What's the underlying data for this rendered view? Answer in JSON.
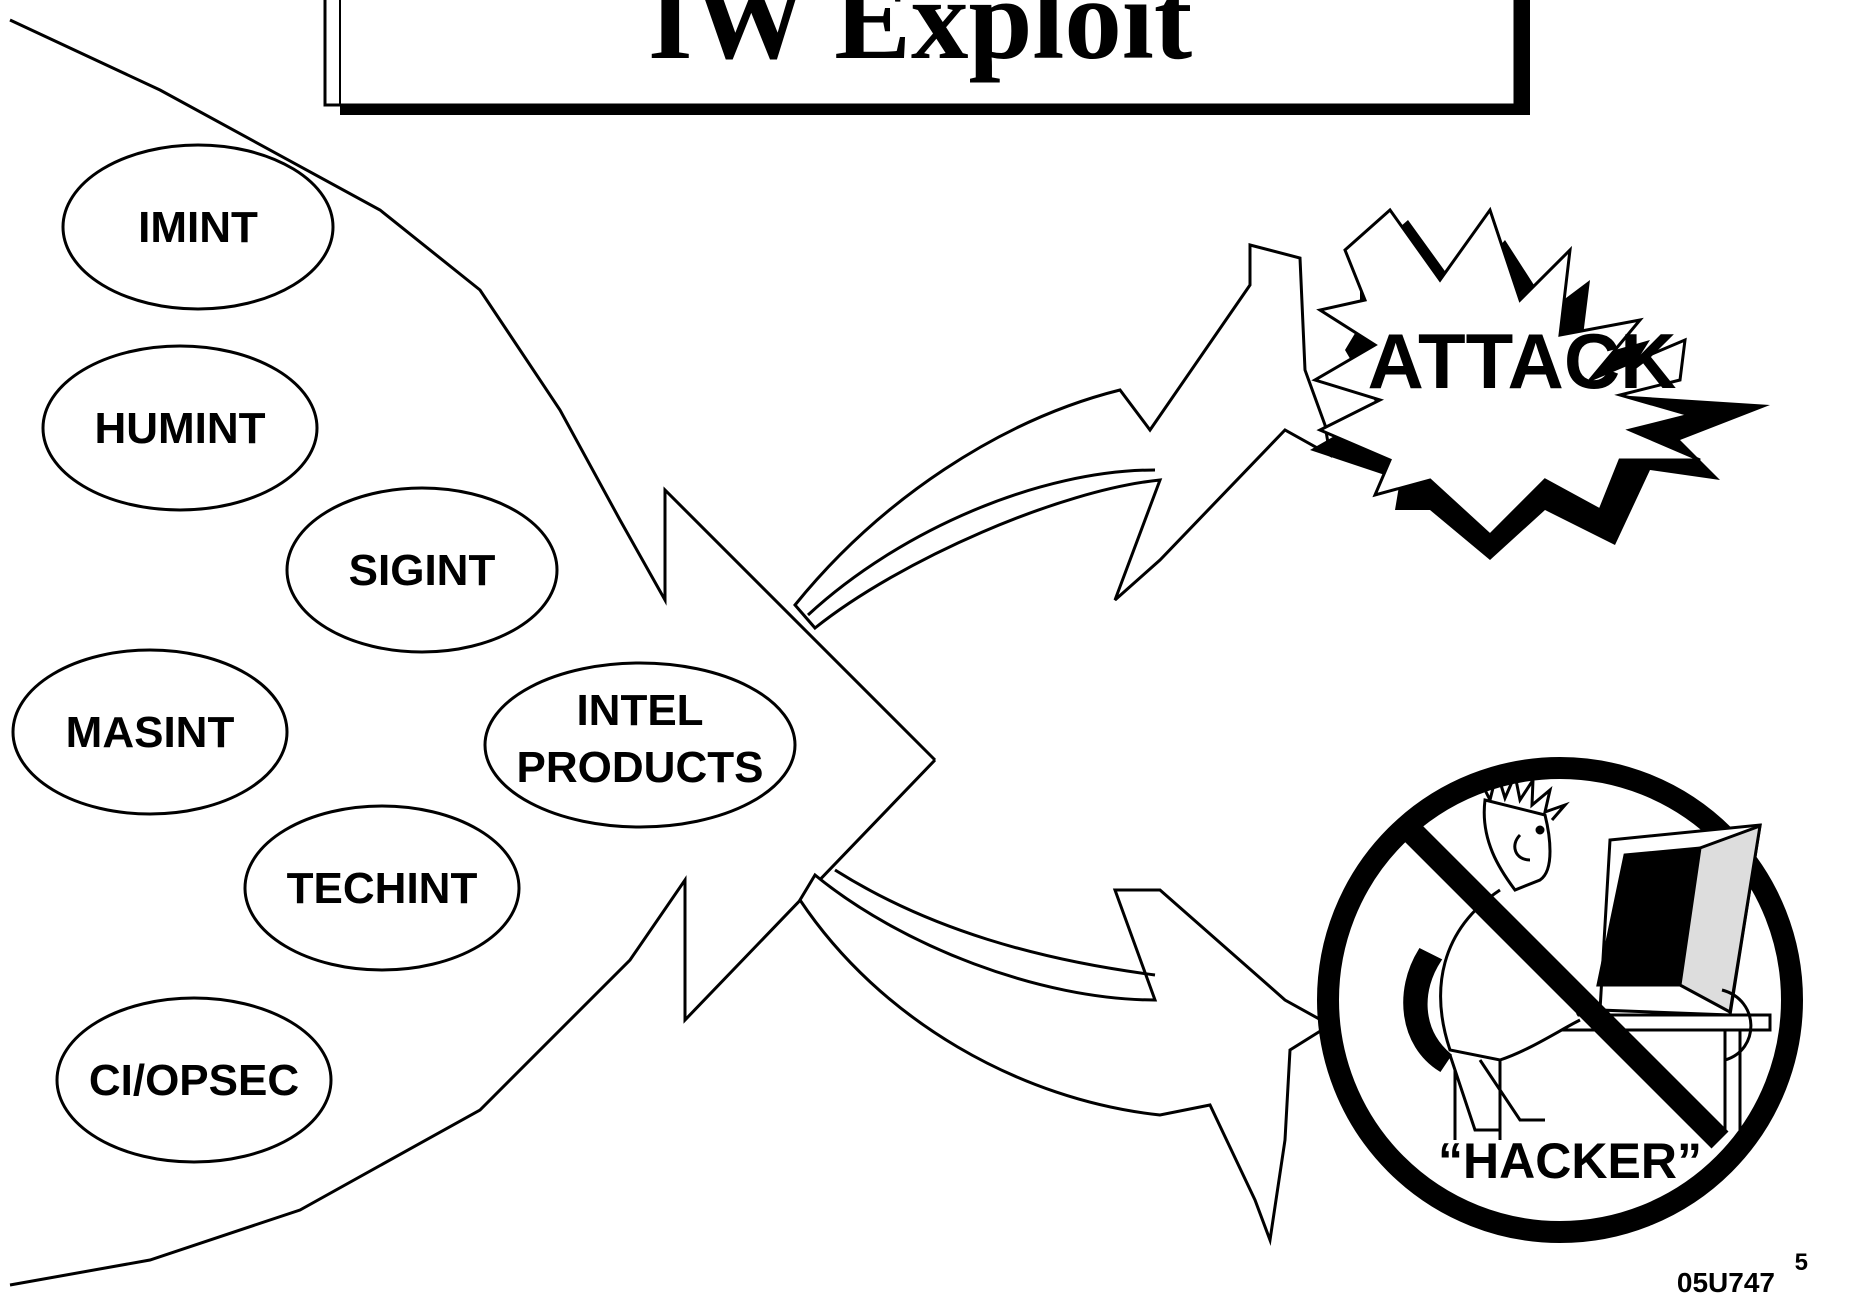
{
  "title": "IW Exploit",
  "sources": [
    {
      "id": "imint",
      "label": "IMINT"
    },
    {
      "id": "humint",
      "label": "HUMINT"
    },
    {
      "id": "sigint",
      "label": "SIGINT"
    },
    {
      "id": "masint",
      "label": "MASINT"
    },
    {
      "id": "techint",
      "label": "TECHINT"
    },
    {
      "id": "ci-opsec",
      "label": "CI/OPSEC"
    }
  ],
  "products": {
    "line1": "INTEL",
    "line2": "PRODUCTS"
  },
  "outcomes": {
    "attack": "ATTACK",
    "hacker": "“HACKER”"
  },
  "footer": {
    "code": "05U747",
    "page": "5"
  },
  "colors": {
    "ink": "#000000",
    "paper": "#ffffff"
  }
}
